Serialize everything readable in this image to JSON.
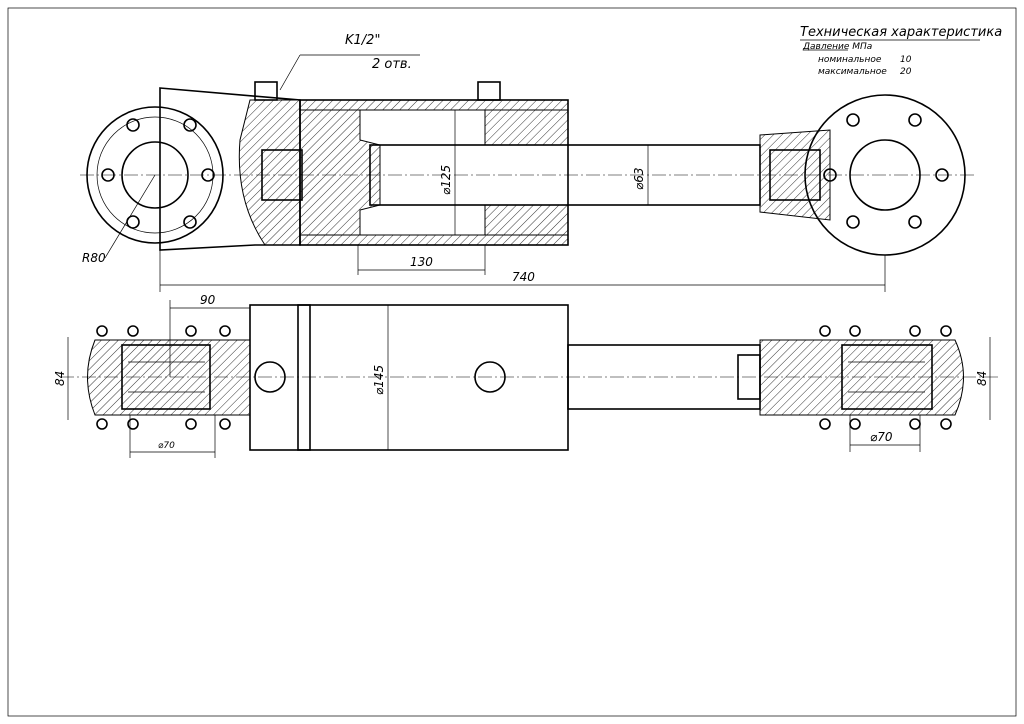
{
  "spec": {
    "title": "Техническая характеристика",
    "pressure_label": "Давление МПа",
    "rows": [
      {
        "label": "номинальное",
        "value": "10"
      },
      {
        "label": "максимальное",
        "value": "20"
      }
    ]
  },
  "port_note": {
    "thread": "K1/2\"",
    "count": "2 отв."
  },
  "dimensions": {
    "bore": "⌀125",
    "rod": "⌀63",
    "stroke_part": "130",
    "overall": "740",
    "radius": "R80",
    "clevis_offset": "90",
    "left_width": "84",
    "right_width": "84",
    "body_dia": "⌀145",
    "left_pin": "⌀70",
    "right_pin": "⌀70"
  }
}
